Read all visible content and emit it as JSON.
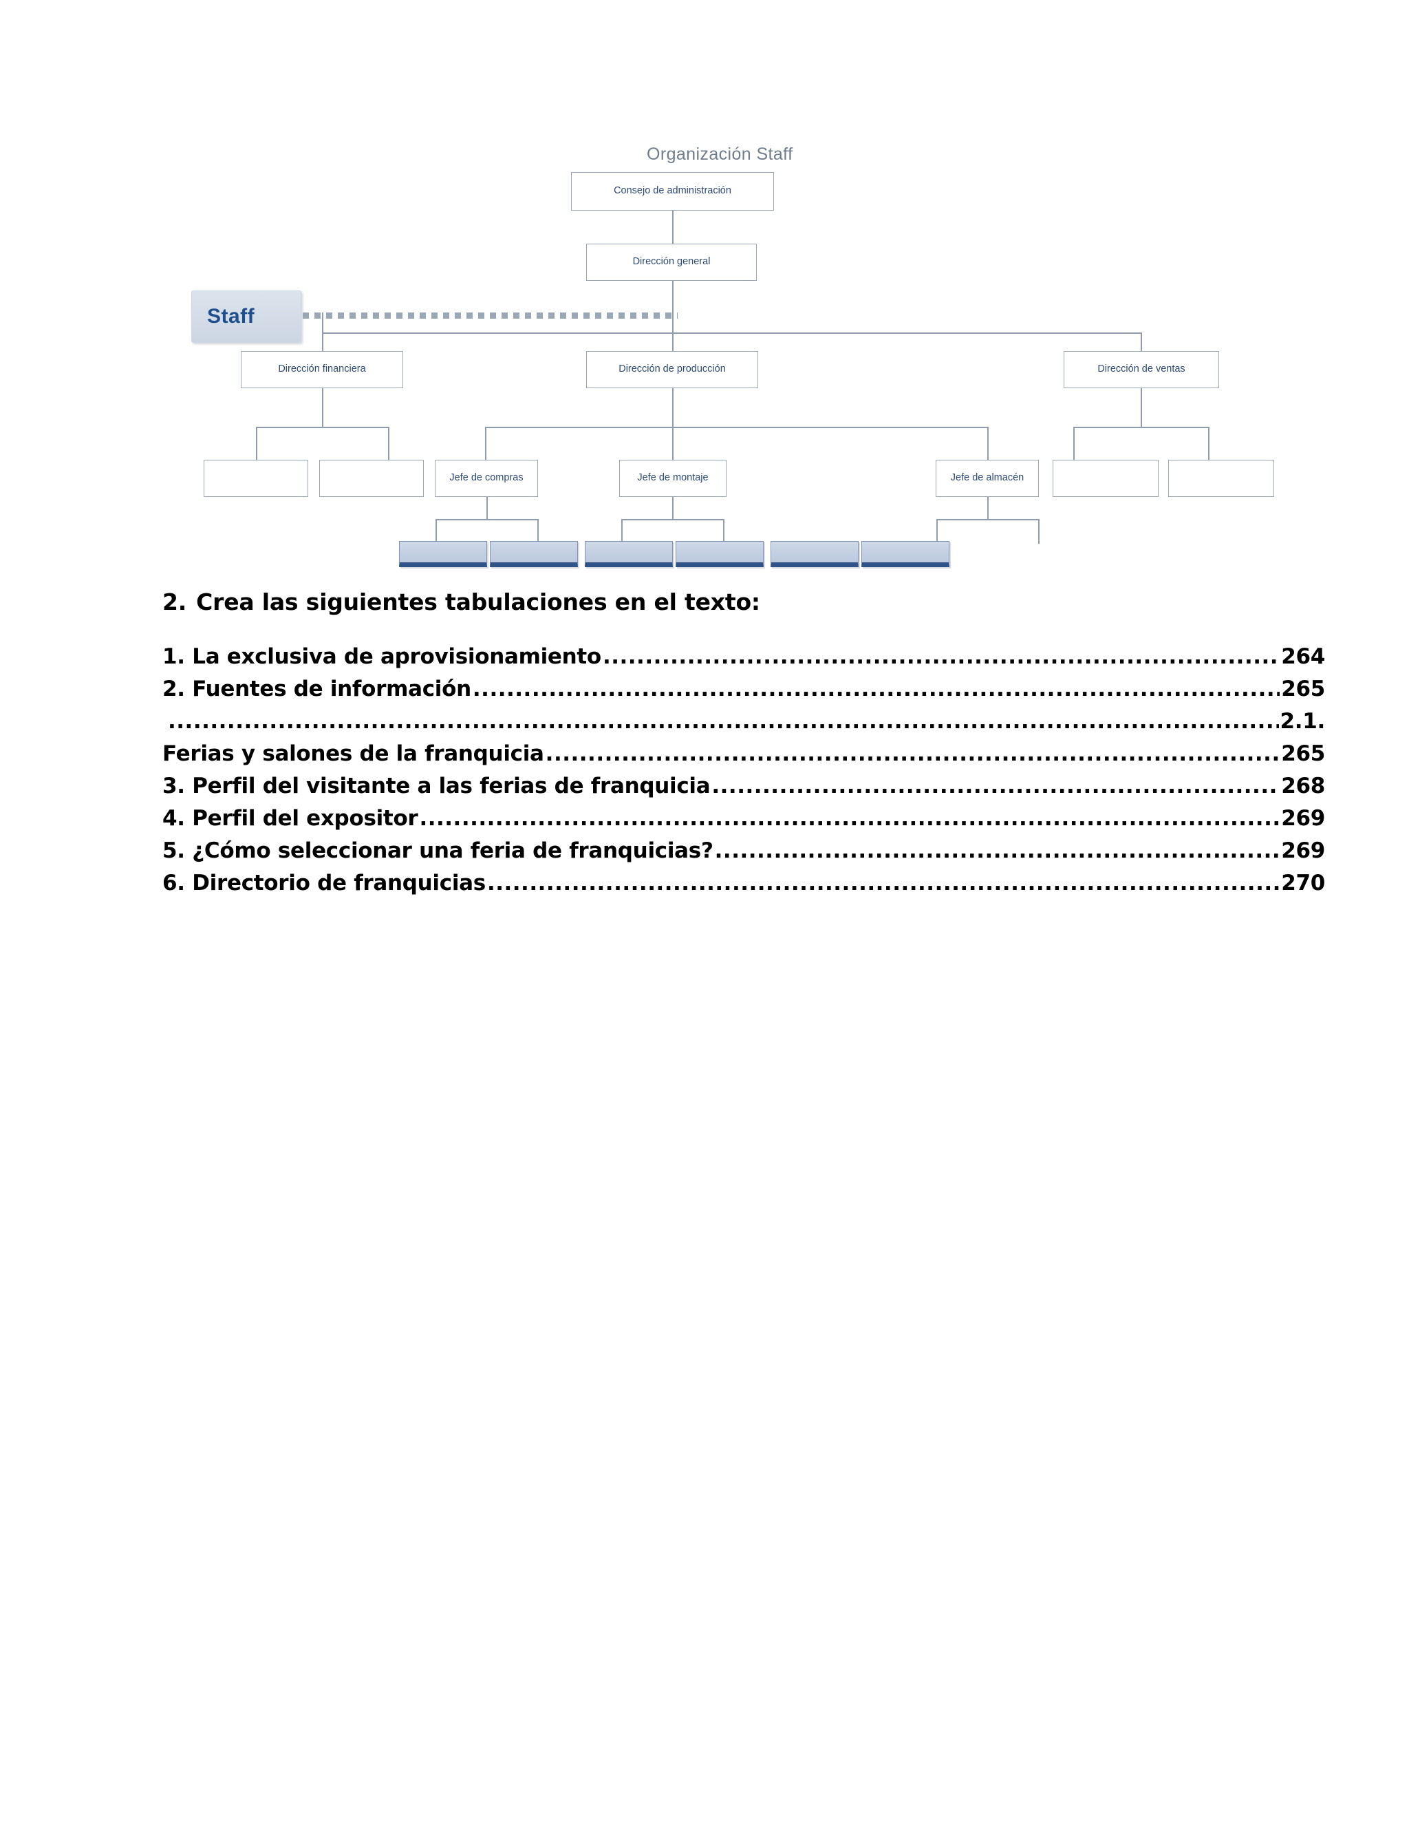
{
  "document": {
    "org_chart": {
      "title": "Organización Staff",
      "staff_label": "Staff",
      "nodes": {
        "board": "Consejo de administración",
        "general": "Dirección general",
        "finance": "Dirección financiera",
        "production": "Dirección de producción",
        "sales": "Dirección de ventas",
        "purchasing": "Jefe de compras",
        "assembly": "Jefe de montaje",
        "warehouse": "Jefe de almacén",
        "empty": ""
      },
      "colors": {
        "box_border": "#9aa7b5",
        "box_text": "#2c4a74",
        "staff_fill": "#ccd6e3",
        "staff_text": "#1f4e8c",
        "leaf_fill": "#c3cfe2",
        "leaf_accent": "#2f5388",
        "connector": "#8e9cab",
        "title_text": "#6f7d8c"
      }
    },
    "exercise": {
      "number": "2.",
      "instruction": "Crea las siguientes tabulaciones en el texto:"
    },
    "toc": {
      "dot_char": ".",
      "entries": [
        {
          "label": "1. La exclusiva de aprovisionamiento",
          "page": "264"
        },
        {
          "label": "2. Fuentes de información",
          "page": "265"
        },
        {
          "label": "",
          "page": "2.1."
        },
        {
          "label": "Ferias y salones de la franquicia",
          "page": "265"
        },
        {
          "label": "3. Perfil del visitante a las ferias de franquicia",
          "page": "268"
        },
        {
          "label": "4. Perfil del expositor",
          "page": "269"
        },
        {
          "label": "5. ¿Cómo seleccionar una feria de franquicias? ",
          "page": "269"
        },
        {
          "label": "6. Directorio de franquicias",
          "page": "270"
        }
      ]
    }
  }
}
